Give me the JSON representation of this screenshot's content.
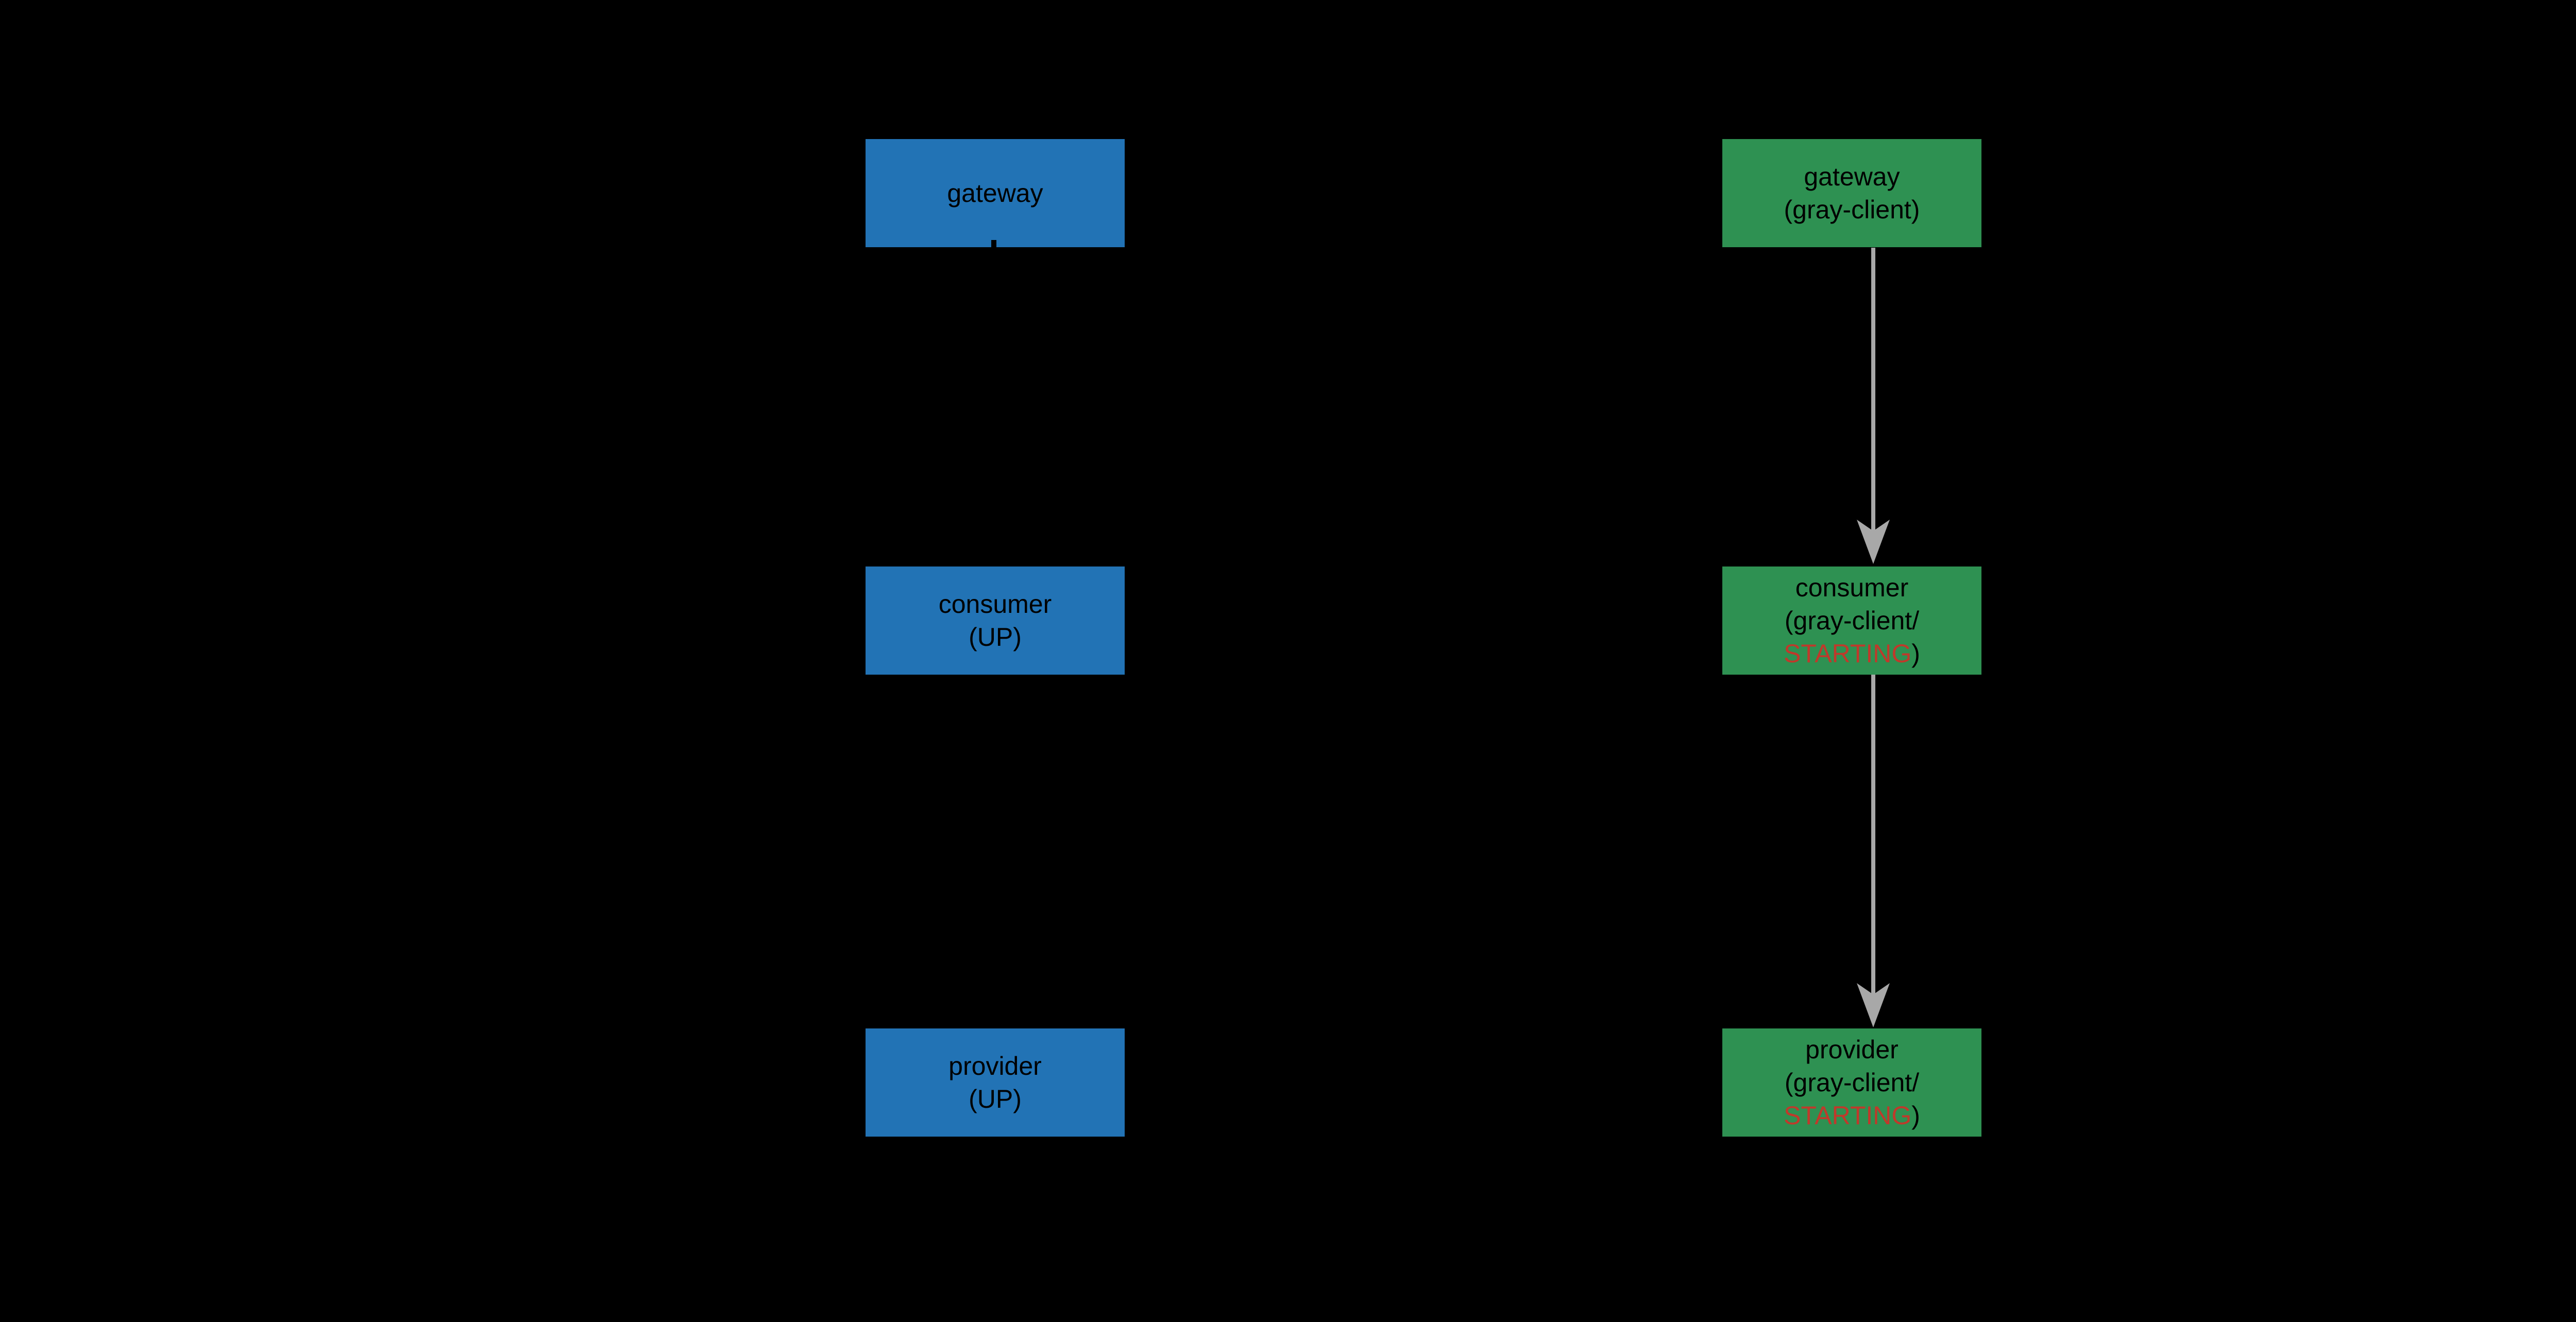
{
  "diagram": {
    "background": "#000000",
    "node_text_color": "#000000",
    "arrow_color": "#a8a8a8",
    "hidden_edge_color": "#000000",
    "caret_color": "#ffffff",
    "status_color": "#c0392b",
    "left_column": {
      "node_fill": "#2273b5",
      "gateway": {
        "line1": "gateway"
      },
      "consumer": {
        "line1": "consumer",
        "line2": "(UP)"
      },
      "provider": {
        "line1": "provider",
        "line2": "(UP)"
      }
    },
    "right_column": {
      "node_fill": "#2e9152",
      "gateway": {
        "line1": "gateway",
        "line2": "(gray-client)"
      },
      "consumer": {
        "line1": "consumer",
        "line2": "(gray-client/",
        "line3_status": "STARTING",
        "line3_suffix": ")"
      },
      "provider": {
        "line1": "provider",
        "line2": "(gray-client/",
        "line3_status": "STARTING",
        "line3_suffix": ")"
      }
    }
  }
}
